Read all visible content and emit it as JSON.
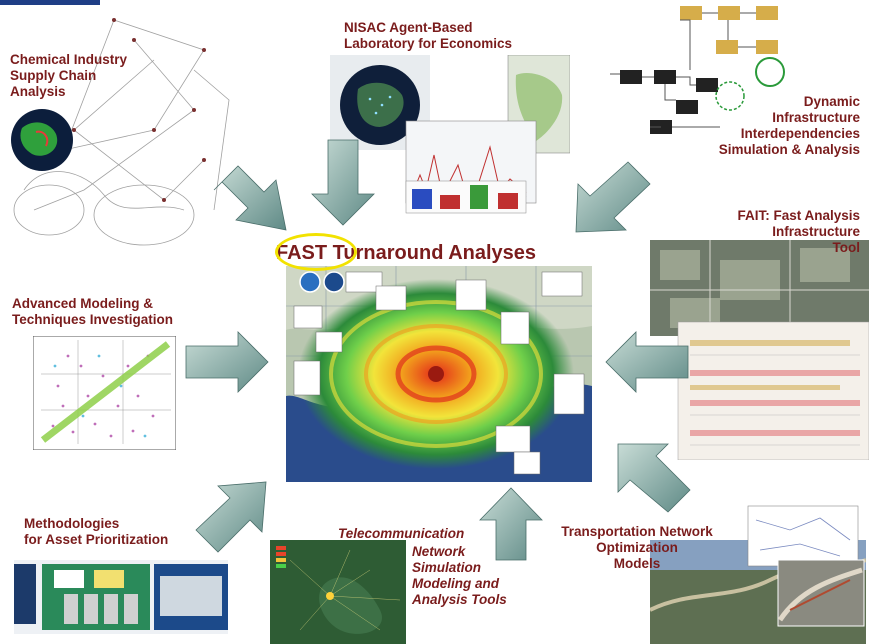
{
  "labels": {
    "chemical": "Chemical Industry\nSupply Chain\nAnalysis",
    "nisac": "NISAC Agent-Based\nLaboratory for Economics",
    "dynamic": "Dynamic\nInfrastructure\nInterdependencies\nSimulation & Analysis",
    "fait": "FAIT: Fast Analysis\nInfrastructure\nTool",
    "advanced": "Advanced Modeling &\nTechniques Investigation",
    "methodologies": "Methodologies\nfor Asset Prioritization",
    "telecom_italic": "Telecommunication",
    "telecom": "Network\nSimulation\nModeling and\nAnalysis Tools",
    "transport": "Transportation Network\nOptimization\nModels"
  },
  "title": {
    "fast": "FAST",
    "rest": " Turnaround Analyses"
  },
  "map_badge": "NISAC",
  "colors": {
    "label": "#7a1c1c",
    "highlight_ring": "#f2e200",
    "arrow": "#7fa4a0",
    "ocean": "#1f3f86"
  }
}
